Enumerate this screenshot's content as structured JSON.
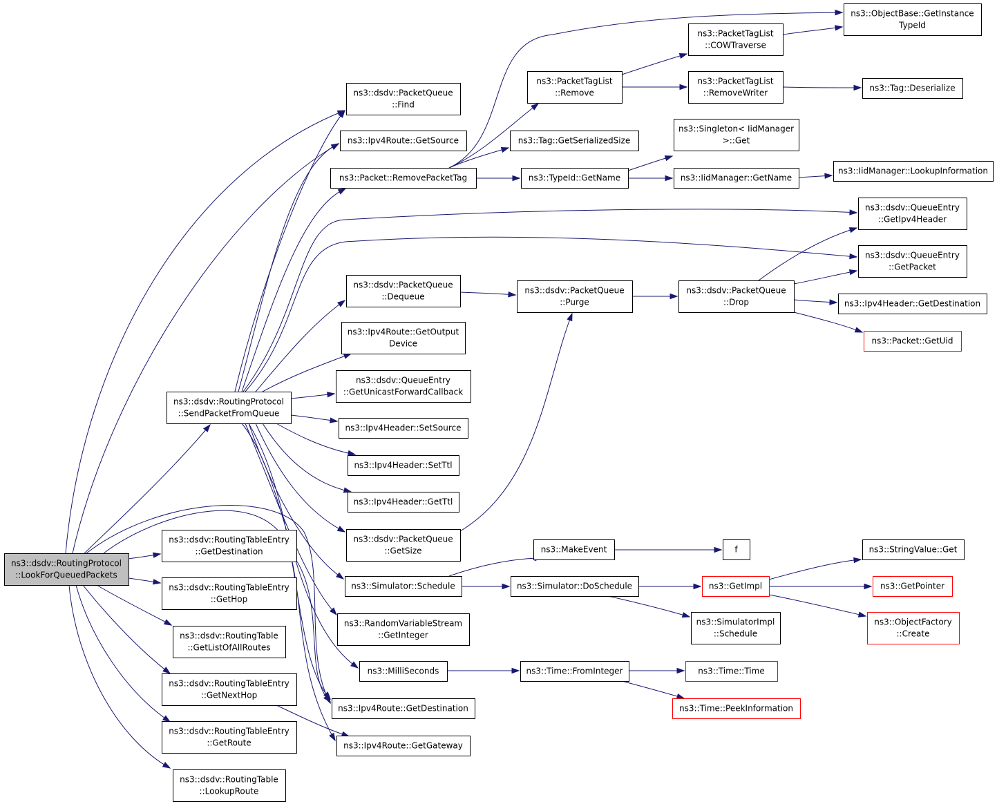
{
  "graph": {
    "edge_color": "#191970",
    "root_fill": "#bfbfbf",
    "truncated_border": "#ff0000",
    "nodes": [
      {
        "id": "root",
        "lines": [
          "ns3::dsdv::RoutingProtocol",
          "::LookForQueuedPackets"
        ],
        "style": "root"
      },
      {
        "id": "sendpkt",
        "lines": [
          "ns3::dsdv::RoutingProtocol",
          "::SendPacketFromQueue"
        ],
        "style": "normal"
      },
      {
        "id": "rte_getdest",
        "lines": [
          "ns3::dsdv::RoutingTableEntry",
          "::GetDestination"
        ],
        "style": "normal"
      },
      {
        "id": "rte_gethop",
        "lines": [
          "ns3::dsdv::RoutingTableEntry",
          "::GetHop"
        ],
        "style": "normal"
      },
      {
        "id": "rt_getlist",
        "lines": [
          "ns3::dsdv::RoutingTable",
          "::GetListOfAllRoutes"
        ],
        "style": "normal"
      },
      {
        "id": "rte_getnexthop",
        "lines": [
          "ns3::dsdv::RoutingTableEntry",
          "::GetNextHop"
        ],
        "style": "normal"
      },
      {
        "id": "rte_getroute",
        "lines": [
          "ns3::dsdv::RoutingTableEntry",
          "::GetRoute"
        ],
        "style": "normal"
      },
      {
        "id": "rt_lookup",
        "lines": [
          "ns3::dsdv::RoutingTable",
          "::LookupRoute"
        ],
        "style": "normal"
      },
      {
        "id": "pq_find",
        "lines": [
          "ns3::dsdv::PacketQueue",
          "::Find"
        ],
        "style": "normal"
      },
      {
        "id": "ipv4r_getsource",
        "lines": [
          "ns3::Ipv4Route::GetSource"
        ],
        "style": "normal"
      },
      {
        "id": "pkt_removetag",
        "lines": [
          "ns3::Packet::RemovePacketTag"
        ],
        "style": "normal"
      },
      {
        "id": "pq_dequeue",
        "lines": [
          "ns3::dsdv::PacketQueue",
          "::Dequeue"
        ],
        "style": "normal"
      },
      {
        "id": "ipv4r_getoutdev",
        "lines": [
          "ns3::Ipv4Route::GetOutput",
          "Device"
        ],
        "style": "normal"
      },
      {
        "id": "qe_getucb",
        "lines": [
          "ns3::dsdv::QueueEntry",
          "::GetUnicastForwardCallback"
        ],
        "style": "normal"
      },
      {
        "id": "ipv4h_setsource",
        "lines": [
          "ns3::Ipv4Header::SetSource"
        ],
        "style": "normal"
      },
      {
        "id": "ipv4h_setttl",
        "lines": [
          "ns3::Ipv4Header::SetTtl"
        ],
        "style": "normal"
      },
      {
        "id": "ipv4h_getttl",
        "lines": [
          "ns3::Ipv4Header::GetTtl"
        ],
        "style": "normal"
      },
      {
        "id": "pq_getsize",
        "lines": [
          "ns3::dsdv::PacketQueue",
          "::GetSize"
        ],
        "style": "normal"
      },
      {
        "id": "sim_schedule",
        "lines": [
          "ns3::Simulator::Schedule"
        ],
        "style": "normal"
      },
      {
        "id": "rvs_getint",
        "lines": [
          "ns3::RandomVariableStream",
          "::GetInteger"
        ],
        "style": "normal"
      },
      {
        "id": "millis",
        "lines": [
          "ns3::MilliSeconds"
        ],
        "style": "normal"
      },
      {
        "id": "ipv4r_getdest",
        "lines": [
          "ns3::Ipv4Route::GetDestination"
        ],
        "style": "normal"
      },
      {
        "id": "ipv4r_getgw",
        "lines": [
          "ns3::Ipv4Route::GetGateway"
        ],
        "style": "normal"
      },
      {
        "id": "ptl_remove",
        "lines": [
          "ns3::PacketTagList",
          "::Remove"
        ],
        "style": "normal"
      },
      {
        "id": "tag_getsersize",
        "lines": [
          "ns3::Tag::GetSerializedSize"
        ],
        "style": "normal"
      },
      {
        "id": "typeid_getname",
        "lines": [
          "ns3::TypeId::GetName"
        ],
        "style": "normal"
      },
      {
        "id": "pq_purge",
        "lines": [
          "ns3::dsdv::PacketQueue",
          "::Purge"
        ],
        "style": "normal"
      },
      {
        "id": "makeevent",
        "lines": [
          "ns3::MakeEvent"
        ],
        "style": "normal"
      },
      {
        "id": "sim_doschedule",
        "lines": [
          "ns3::Simulator::DoSchedule"
        ],
        "style": "normal"
      },
      {
        "id": "time_fromint",
        "lines": [
          "ns3::Time::FromInteger"
        ],
        "style": "normal"
      },
      {
        "id": "ptl_cow",
        "lines": [
          "ns3::PacketTagList",
          "::COWTraverse"
        ],
        "style": "normal"
      },
      {
        "id": "ptl_removewriter",
        "lines": [
          "ns3::PacketTagList",
          "::RemoveWriter"
        ],
        "style": "normal"
      },
      {
        "id": "singleton_get",
        "lines": [
          "ns3::Singleton< IidManager",
          " >::Get"
        ],
        "style": "normal"
      },
      {
        "id": "iid_getname",
        "lines": [
          "ns3::IidManager::GetName"
        ],
        "style": "normal"
      },
      {
        "id": "pq_drop",
        "lines": [
          "ns3::dsdv::PacketQueue",
          "::Drop"
        ],
        "style": "normal"
      },
      {
        "id": "f",
        "lines": [
          "f"
        ],
        "style": "normal"
      },
      {
        "id": "getimpl",
        "lines": [
          "ns3::GetImpl"
        ],
        "style": "trunc"
      },
      {
        "id": "simimpl_schedule",
        "lines": [
          "ns3::SimulatorImpl",
          "::Schedule"
        ],
        "style": "normal"
      },
      {
        "id": "time_time",
        "lines": [
          "ns3::Time::Time"
        ],
        "style": "trunc"
      },
      {
        "id": "time_peek",
        "lines": [
          "ns3::Time::PeekInformation"
        ],
        "style": "trunc"
      },
      {
        "id": "ob_getinst",
        "lines": [
          "ns3::ObjectBase::GetInstance",
          "TypeId"
        ],
        "style": "normal"
      },
      {
        "id": "tag_deser",
        "lines": [
          "ns3::Tag::Deserialize"
        ],
        "style": "normal"
      },
      {
        "id": "iid_lookup",
        "lines": [
          "ns3::IidManager::LookupInformation"
        ],
        "style": "normal"
      },
      {
        "id": "qe_getipv4h",
        "lines": [
          "ns3::dsdv::QueueEntry",
          "::GetIpv4Header"
        ],
        "style": "normal"
      },
      {
        "id": "qe_getpacket",
        "lines": [
          "ns3::dsdv::QueueEntry",
          "::GetPacket"
        ],
        "style": "normal"
      },
      {
        "id": "ipv4h_getdest",
        "lines": [
          "ns3::Ipv4Header::GetDestination"
        ],
        "style": "normal"
      },
      {
        "id": "pkt_getuid",
        "lines": [
          "ns3::Packet::GetUid"
        ],
        "style": "trunc"
      },
      {
        "id": "stringvalue_get",
        "lines": [
          "ns3::StringValue::Get"
        ],
        "style": "normal"
      },
      {
        "id": "getpointer",
        "lines": [
          "ns3::GetPointer"
        ],
        "style": "trunc"
      },
      {
        "id": "of_create",
        "lines": [
          "ns3::ObjectFactory",
          "::Create"
        ],
        "style": "trunc"
      }
    ]
  }
}
